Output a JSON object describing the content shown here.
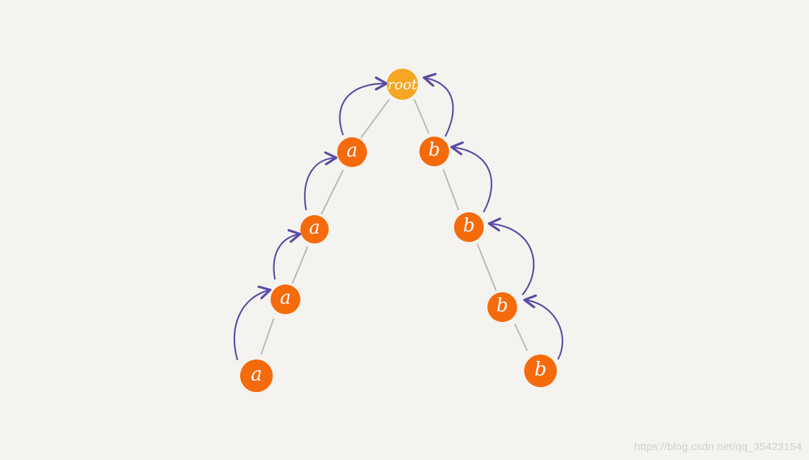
{
  "diagram": {
    "colors": {
      "background": "#f4f3ef",
      "root_fill": "#f5a623",
      "node_fill": "#f56a0a",
      "edge": "#b8b8b8",
      "arrow": "#5b4aa6"
    },
    "root": {
      "label": "root"
    },
    "left_branch": [
      {
        "label": "a"
      },
      {
        "label": "a"
      },
      {
        "label": "a"
      },
      {
        "label": "a"
      }
    ],
    "right_branch": [
      {
        "label": "b"
      },
      {
        "label": "b"
      },
      {
        "label": "b"
      },
      {
        "label": "b"
      }
    ]
  },
  "watermark": "https://blog.csdn.net/qq_35423154"
}
